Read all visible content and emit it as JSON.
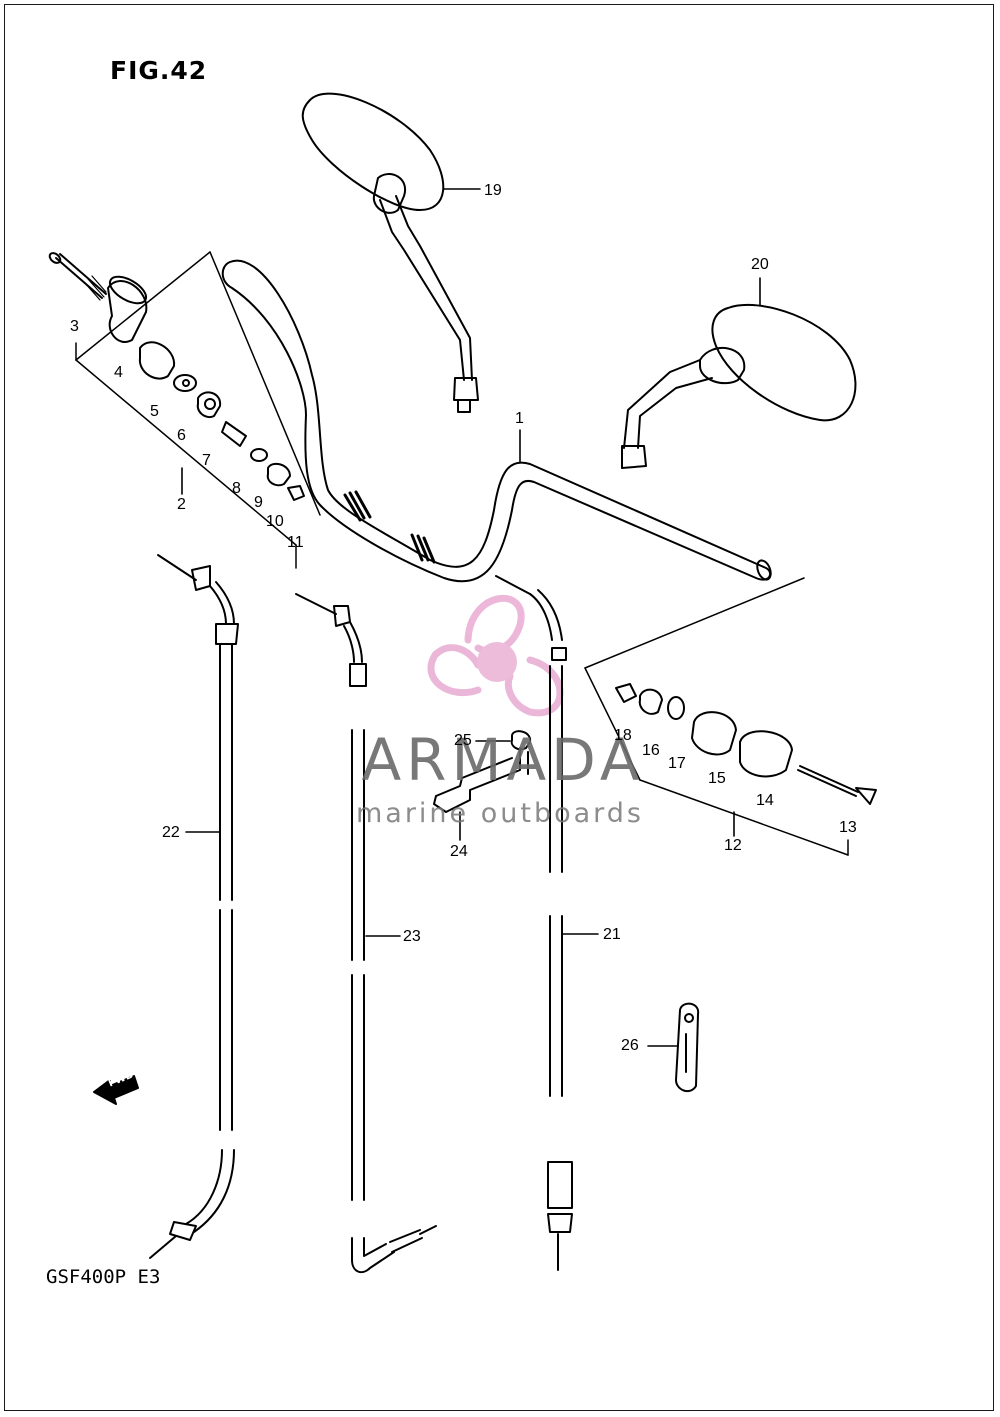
{
  "figure": {
    "title": "FIG.42",
    "model": "GSF400P  E3"
  },
  "callouts": [
    {
      "id": "c1",
      "text": "1"
    },
    {
      "id": "c2",
      "text": "2"
    },
    {
      "id": "c3",
      "text": "3"
    },
    {
      "id": "c4",
      "text": "4"
    },
    {
      "id": "c5",
      "text": "5"
    },
    {
      "id": "c6",
      "text": "6"
    },
    {
      "id": "c7",
      "text": "7"
    },
    {
      "id": "c8",
      "text": "8"
    },
    {
      "id": "c9",
      "text": "9"
    },
    {
      "id": "c10",
      "text": "10"
    },
    {
      "id": "c11",
      "text": "11"
    },
    {
      "id": "c12",
      "text": "12"
    },
    {
      "id": "c13",
      "text": "13"
    },
    {
      "id": "c14",
      "text": "14"
    },
    {
      "id": "c15",
      "text": "15"
    },
    {
      "id": "c16",
      "text": "16"
    },
    {
      "id": "c17",
      "text": "17"
    },
    {
      "id": "c18",
      "text": "18"
    },
    {
      "id": "c19",
      "text": "19"
    },
    {
      "id": "c20",
      "text": "20"
    },
    {
      "id": "c21",
      "text": "21"
    },
    {
      "id": "c22",
      "text": "22"
    },
    {
      "id": "c23",
      "text": "23"
    },
    {
      "id": "c24",
      "text": "24"
    },
    {
      "id": "c25",
      "text": "25"
    },
    {
      "id": "c26",
      "text": "26"
    }
  ],
  "watermark": {
    "brand": "ARMADA",
    "tagline": "marine outboards",
    "accent_color": "#e8a6cf"
  },
  "direction_badge": {
    "label": "FWD",
    "icon": "forward-arrow-icon"
  },
  "colors": {
    "line": "#000000",
    "background": "#ffffff"
  }
}
